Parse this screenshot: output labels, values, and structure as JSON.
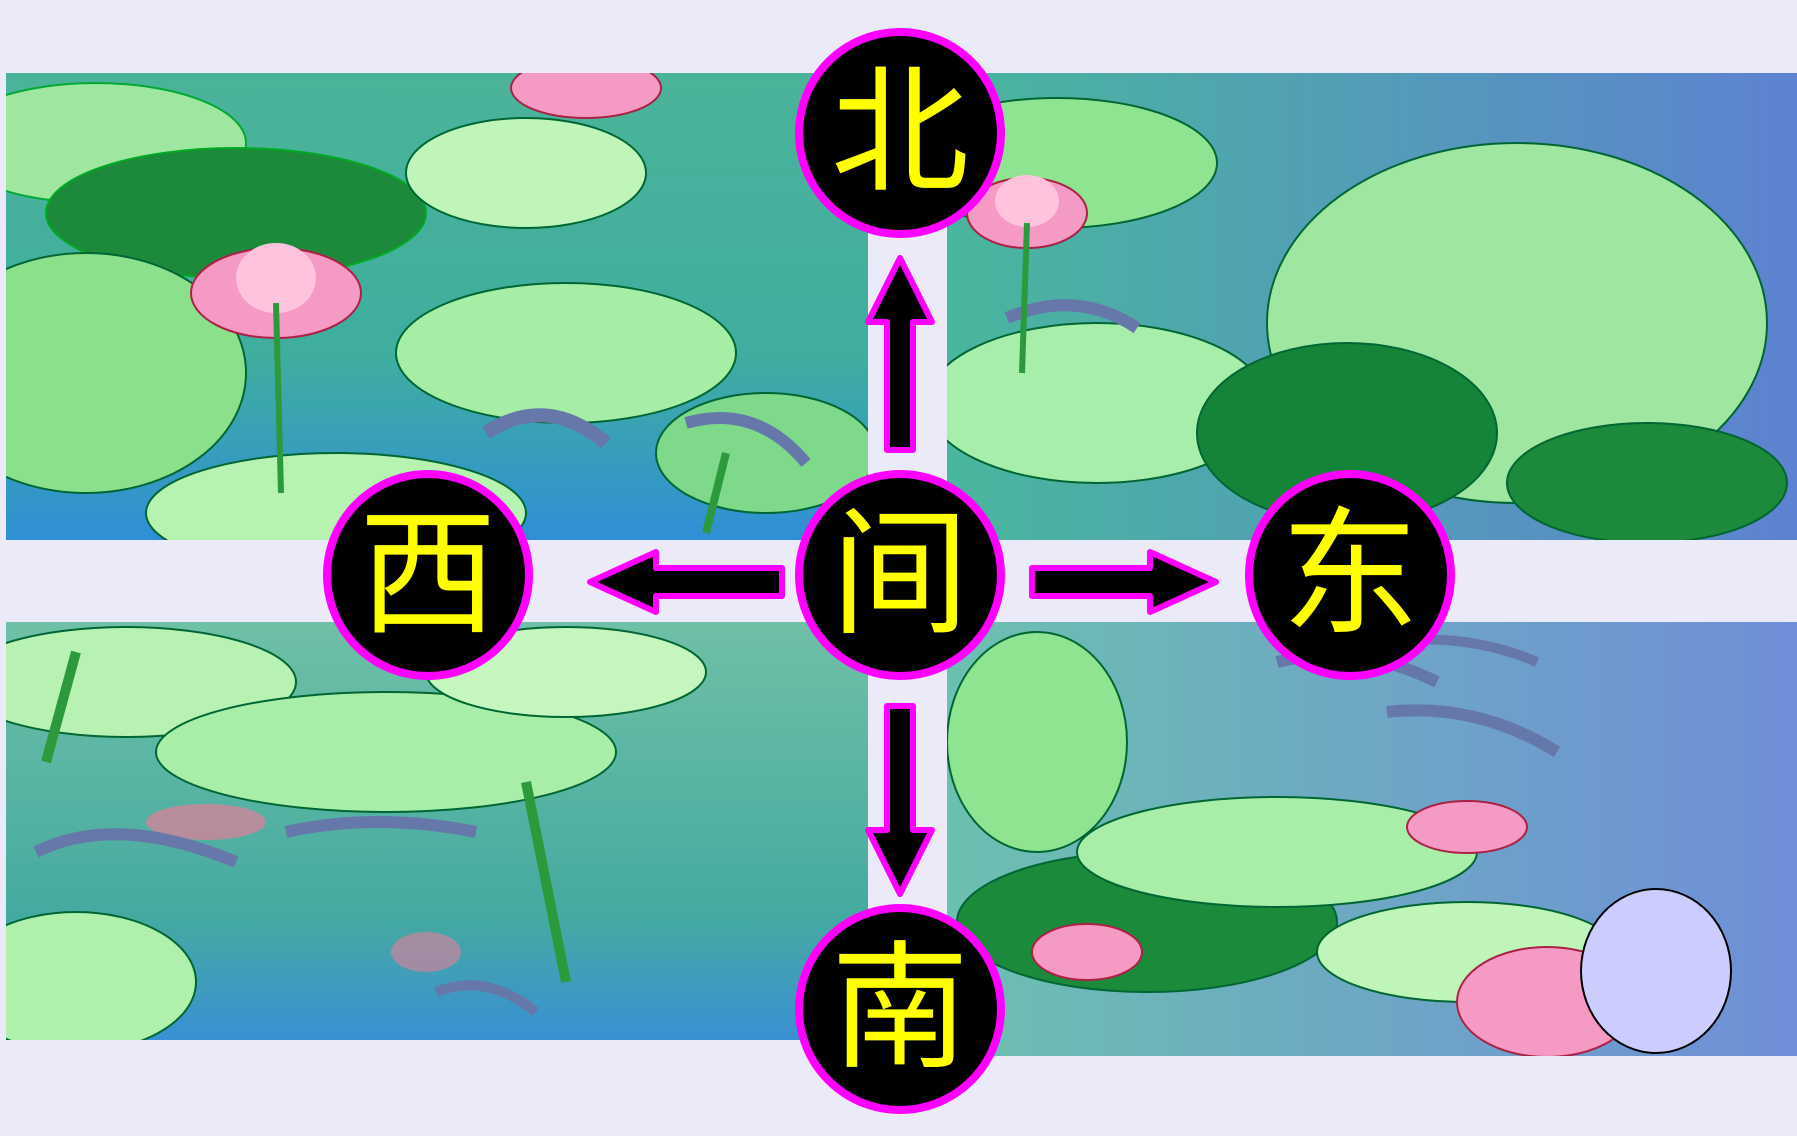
{
  "directions": {
    "north": "北",
    "center": "间",
    "west": "西",
    "east": "东",
    "south": "南"
  },
  "colors": {
    "circle_fill": "#000000",
    "circle_border": "#ff00ff",
    "text": "#ffff00",
    "background": "#eaeaf8",
    "dot_fill": "#ccccff"
  }
}
